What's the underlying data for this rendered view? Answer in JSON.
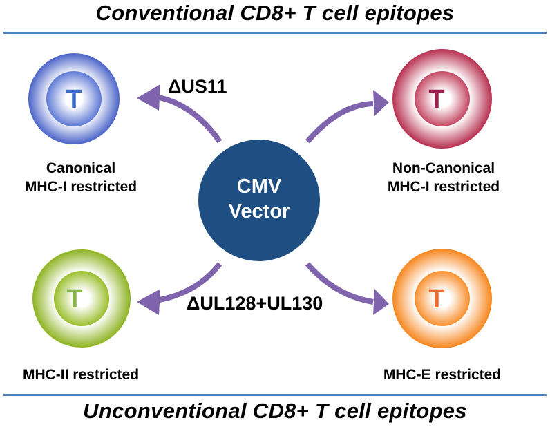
{
  "header": {
    "title": "Conventional CD8+ T cell epitopes"
  },
  "footer": {
    "title": "Unconventional CD8+ T cell epitopes"
  },
  "center": {
    "line1": "CMV",
    "line2": "Vector",
    "color": "#1f4e83"
  },
  "arrow_color": "#7f63ad",
  "arrow_labels": {
    "top": "ΔUS11",
    "bottom": "ΔUL128+UL130"
  },
  "cells": [
    {
      "id": "canonical",
      "glyph": "T",
      "label_line1": "Canonical",
      "label_line2": "MHC-I restricted",
      "color": "#4a63c8",
      "glyph_color": "#3a6bc9"
    },
    {
      "id": "non-canonical",
      "glyph": "T",
      "label_line1": "Non-Canonical",
      "label_line2": "MHC-I restricted",
      "color": "#b72f4f",
      "glyph_color": "#9e1f4d"
    },
    {
      "id": "mhc-ii",
      "glyph": "T",
      "label_line1": "MHC-II restricted",
      "label_line2": "",
      "color": "#8db321",
      "glyph_color": "#8ab44a"
    },
    {
      "id": "mhc-e",
      "glyph": "T",
      "label_line1": "MHC-E restricted",
      "label_line2": "",
      "color": "#f7861e",
      "glyph_color": "#ee6a30"
    }
  ]
}
